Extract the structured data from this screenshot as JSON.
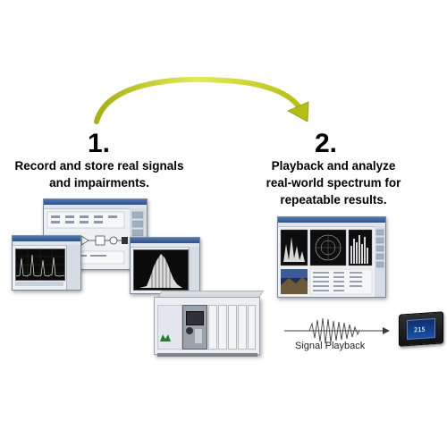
{
  "steps": [
    {
      "number": "1.",
      "text_lines": [
        "Record and store real signals",
        "and impairments."
      ]
    },
    {
      "number": "2.",
      "text_lines": [
        "Playback and analyze",
        "real-world spectrum for",
        "repeatable results."
      ]
    }
  ],
  "signal_label": "Signal Playback",
  "device_display": "215",
  "colors": {
    "arc": "#c9d31a",
    "arc_dark": "#8f9a0d",
    "arrow_line": "#3a3a3a"
  }
}
